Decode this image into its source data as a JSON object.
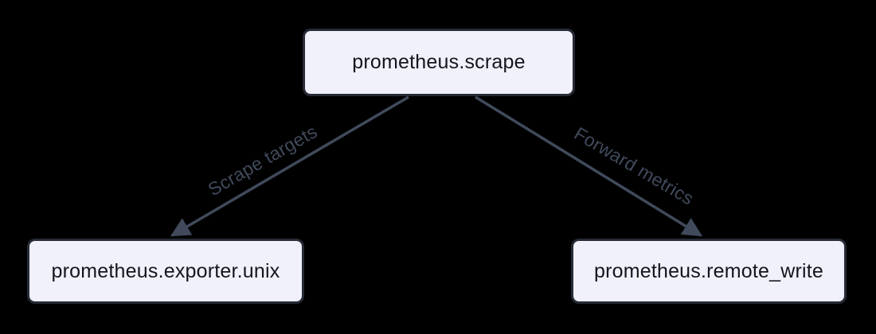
{
  "diagram": {
    "type": "flowchart",
    "direction": "top-down",
    "nodes": [
      {
        "id": "prometheus.scrape",
        "label": "prometheus.scrape"
      },
      {
        "id": "prometheus.exporter.unix",
        "label": "prometheus.exporter.unix"
      },
      {
        "id": "prometheus.remote_write",
        "label": "prometheus.remote_write"
      }
    ],
    "edges": [
      {
        "from": "prometheus.scrape",
        "to": "prometheus.exporter.unix",
        "label": "Scrape targets"
      },
      {
        "from": "prometheus.scrape",
        "to": "prometheus.remote_write",
        "label": "Forward metrics"
      }
    ],
    "colors": {
      "background": "#000000",
      "node_fill": "#f0f1fa",
      "node_border": "#262b36",
      "node_text": "#14161c",
      "edge_line": "#404a5b",
      "edge_label_text": "#404a5b"
    }
  }
}
